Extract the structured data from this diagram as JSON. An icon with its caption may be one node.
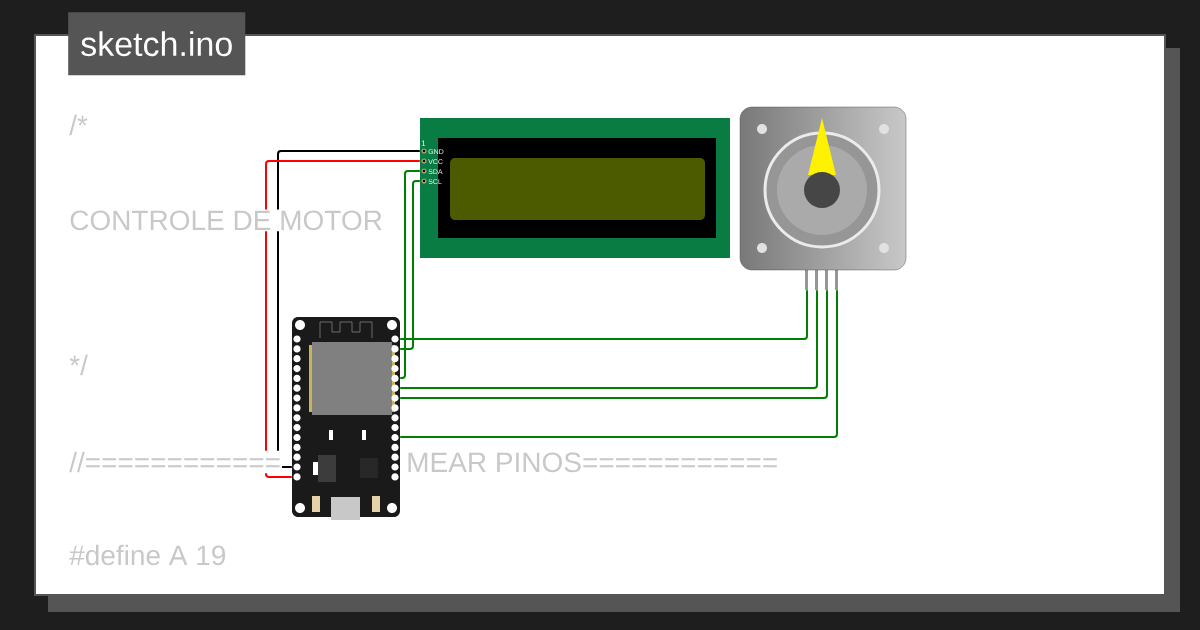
{
  "diagram": {
    "title": "sketch.ino",
    "nodes": [
      {
        "text": [],
        "shape": "picture"
      },
      {
        "text": [],
        "shape": "picture"
      },
      {
        "text": [],
        "shape": "picture"
      }
    ],
    "edges": [
      {
        "from": 0,
        "to": 1,
        "arrow": "none",
        "color": "#000000"
      },
      {
        "from": 0,
        "to": 1,
        "arrow": "none",
        "color": "#ff0000"
      },
      {
        "from": 0,
        "to": 1,
        "arrow": "none"
      },
      {
        "from": 0,
        "to": 1,
        "arrow": "none"
      },
      {
        "from": 0,
        "to": 2,
        "arrow": "none"
      },
      {
        "from": 0,
        "to": 2,
        "arrow": "none"
      },
      {
        "from": 0,
        "to": 2,
        "arrow": "none"
      },
      {
        "from": 0,
        "to": 2,
        "arrow": "none"
      }
    ],
    "labels": [
      "/*",
      "CONTROLE DE MOTOR",
      "*/",
      "//============",
      "MEAR PINOS============",
      "#define A 19",
      "1",
      "GND",
      "VCC",
      "SDA",
      "SCL"
    ]
  }
}
